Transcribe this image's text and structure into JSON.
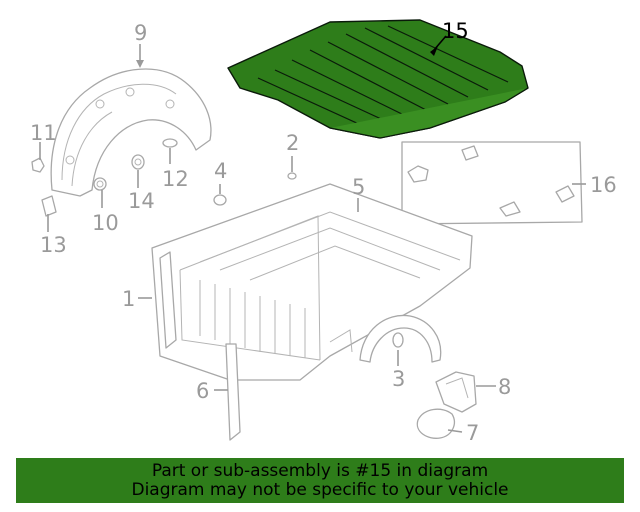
{
  "diagram": {
    "callouts": [
      {
        "id": "c1",
        "text": "1"
      },
      {
        "id": "c2",
        "text": "2"
      },
      {
        "id": "c3",
        "text": "3"
      },
      {
        "id": "c4",
        "text": "4"
      },
      {
        "id": "c5",
        "text": "5"
      },
      {
        "id": "c6",
        "text": "6"
      },
      {
        "id": "c7",
        "text": "7"
      },
      {
        "id": "c8",
        "text": "8"
      },
      {
        "id": "c9",
        "text": "9"
      },
      {
        "id": "c10",
        "text": "10"
      },
      {
        "id": "c11",
        "text": "11"
      },
      {
        "id": "c12",
        "text": "12"
      },
      {
        "id": "c13",
        "text": "13"
      },
      {
        "id": "c14",
        "text": "14"
      },
      {
        "id": "c15",
        "text": "15"
      },
      {
        "id": "c16",
        "text": "16"
      }
    ],
    "highlighted_part": "15",
    "highlight_color": "#2e7d1a"
  },
  "banner": {
    "line1": "Part or sub-assembly is #15 in diagram",
    "line2": "Diagram may not be specific to your vehicle",
    "background": "#2e7d1a"
  }
}
